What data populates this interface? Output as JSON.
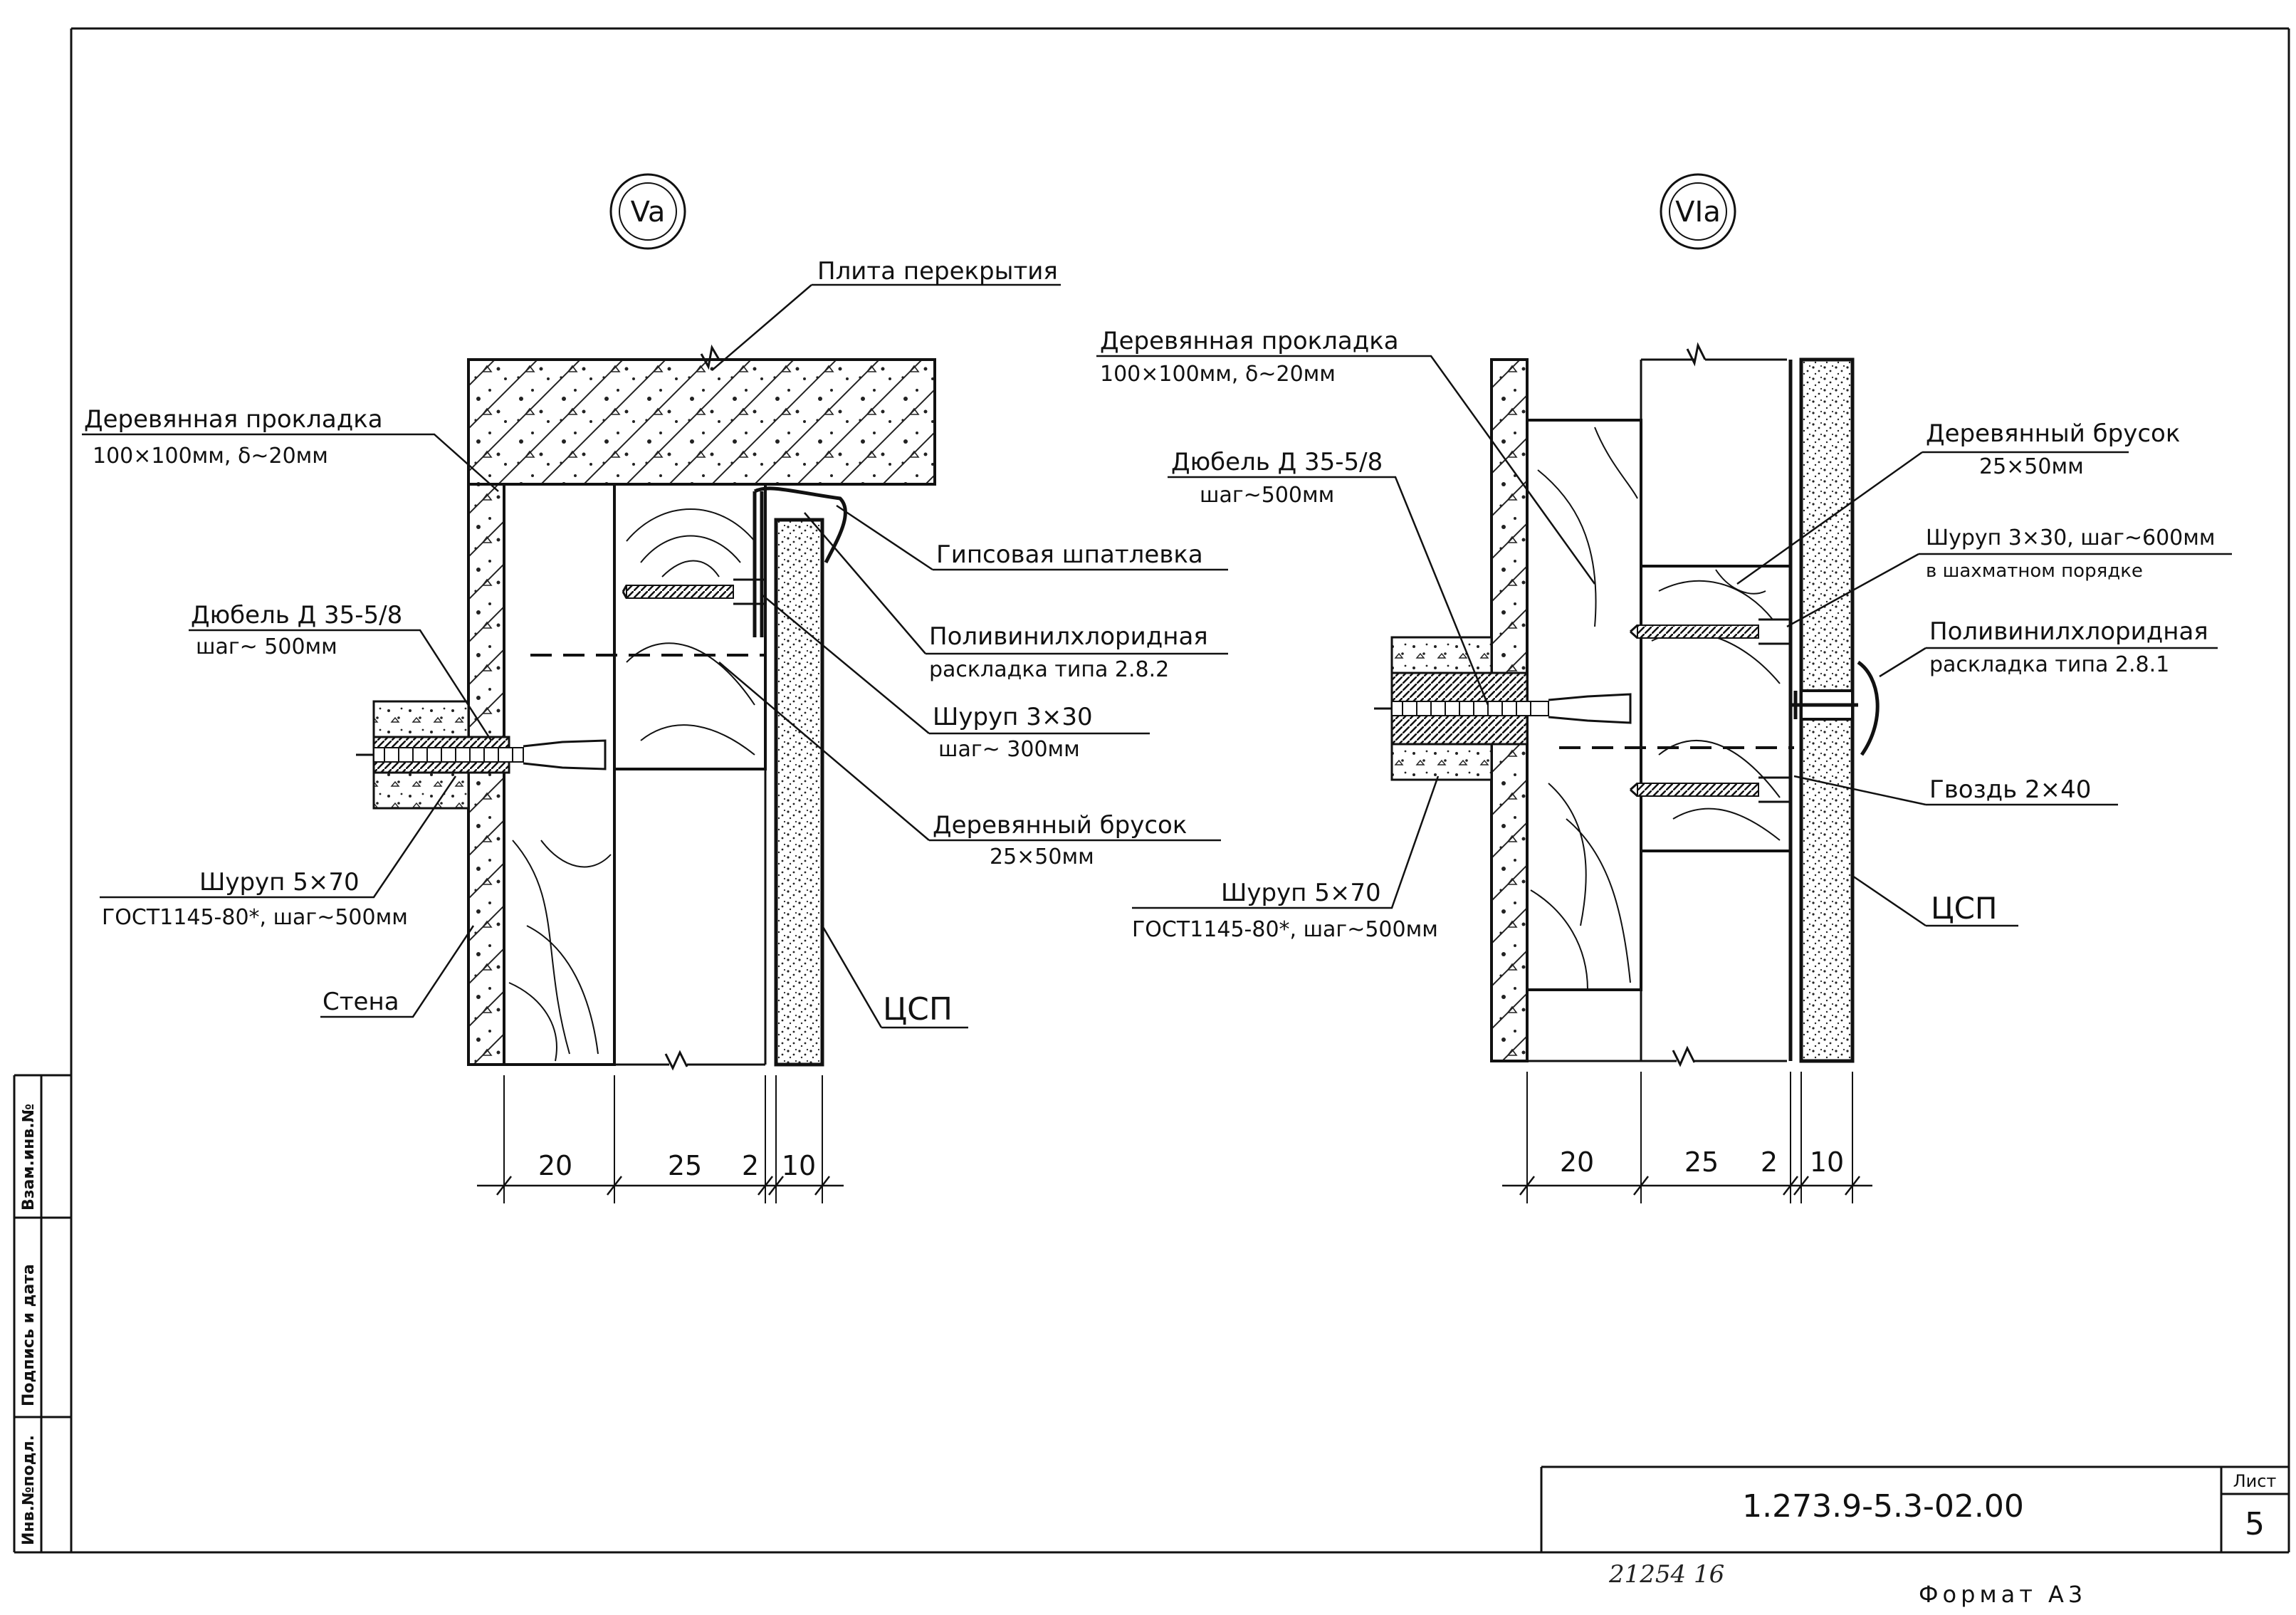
{
  "details": {
    "va": {
      "badge": "Va",
      "labels": {
        "slab": "Плита перекрытия",
        "pad_title": "Деревянная прокладка",
        "pad_size": "100×100мм, δ~20мм",
        "dowel_title": "Дюбель Д 35-5/8",
        "dowel_step": "шаг~ 500мм",
        "screw_big_title": "Шуруп 5×70",
        "screw_big_std": "ГОСТ1145-80*, шаг~500мм",
        "wall": "Стена",
        "plaster": "Гипсовая шпатлевка",
        "pvc_title": "Поливинилхлоридная",
        "pvc_type": "раскладка типа 2.8.2",
        "screw_small_title": "Шуруп 3×30",
        "screw_small_step": "шаг~ 300мм",
        "bar_title": "Деревянный брусок",
        "bar_size": "25×50мм",
        "csp": "ЦСП"
      },
      "dims": [
        "20",
        "25",
        "2",
        "10"
      ]
    },
    "via": {
      "badge": "VIa",
      "labels": {
        "pad_title": "Деревянная прокладка",
        "pad_size": "100×100мм, δ~20мм",
        "dowel_title": "Дюбель Д 35-5/8",
        "dowel_step": "шаг~500мм",
        "screw_big_title": "Шуруп 5×70",
        "screw_big_std": "ГОСТ1145-80*, шаг~500мм",
        "bar_title": "Деревянный брусок",
        "bar_size": "25×50мм",
        "screw_small_title": "Шуруп 3×30, шаг~600мм",
        "screw_small_note": "в шахматном порядке",
        "pvc_title": "Поливинилхлоридная",
        "pvc_type": "раскладка типа 2.8.1",
        "nail": "Гвоздь 2×40",
        "csp": "ЦСП"
      },
      "dims": [
        "20",
        "25",
        "2",
        "10"
      ]
    }
  },
  "side_stamp": {
    "inv_podl": "Инв.№подл.",
    "sign_date": "Подпись и дата",
    "vzam": "Взам.инв.№"
  },
  "title_block": {
    "code": "1.273.9-5.3-02.00",
    "sheet_label": "Лист",
    "sheet_number": "5"
  },
  "footer": {
    "handwritten": "21254 16",
    "format": "Формат А3"
  }
}
